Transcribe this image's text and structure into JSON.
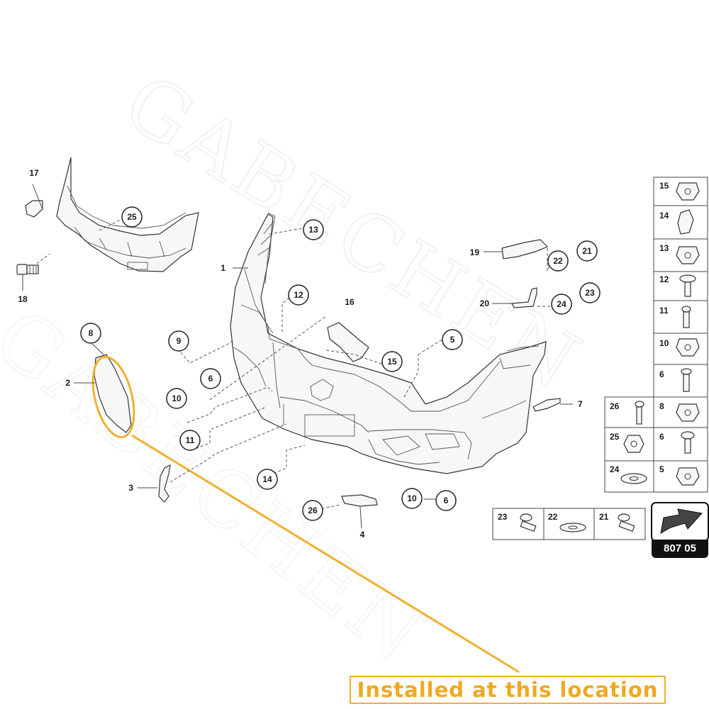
{
  "watermark": "GABECHEN",
  "location_label": "Installed at this location",
  "page_code": "807 05",
  "callouts": {
    "c1": "1",
    "c2": "2",
    "c3": "3",
    "c4": "4",
    "c5": "5",
    "c6a": "6",
    "c6b": "6",
    "c7": "7",
    "c8": "8",
    "c9": "9",
    "c10a": "10",
    "c10b": "10",
    "c11": "11",
    "c12": "12",
    "c13": "13",
    "c14": "14",
    "c15": "15",
    "c16": "16",
    "c17": "17",
    "c18": "18",
    "c19": "19",
    "c20": "20",
    "c21": "21",
    "c22": "22",
    "c23": "23",
    "c24": "24",
    "c25": "25",
    "c26": "26"
  },
  "legend_right": [
    "15",
    "14",
    "13",
    "12",
    "11",
    "10",
    "6",
    "8",
    "6",
    "5"
  ],
  "legend_left": [
    "26",
    "25",
    "24"
  ],
  "legend_bottom": [
    "23",
    "22",
    "21"
  ],
  "highlight_color": "#f0b030"
}
